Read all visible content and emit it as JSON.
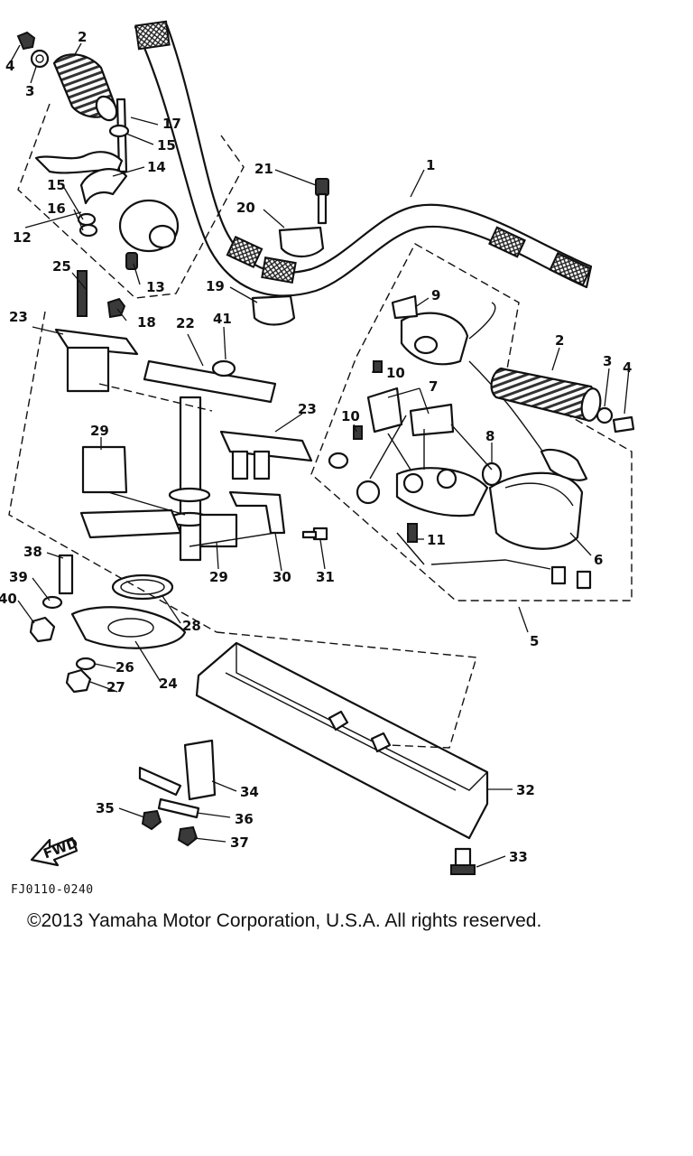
{
  "diagram": {
    "callouts": [
      {
        "id": "1",
        "label": "1"
      },
      {
        "id": "2a",
        "label": "2"
      },
      {
        "id": "3a",
        "label": "3"
      },
      {
        "id": "4a",
        "label": "4"
      },
      {
        "id": "2b",
        "label": "2"
      },
      {
        "id": "3b",
        "label": "3"
      },
      {
        "id": "4b",
        "label": "4"
      },
      {
        "id": "5",
        "label": "5"
      },
      {
        "id": "6",
        "label": "6"
      },
      {
        "id": "7",
        "label": "7"
      },
      {
        "id": "8",
        "label": "8"
      },
      {
        "id": "9",
        "label": "9"
      },
      {
        "id": "10a",
        "label": "10"
      },
      {
        "id": "10b",
        "label": "10"
      },
      {
        "id": "11",
        "label": "11"
      },
      {
        "id": "12",
        "label": "12"
      },
      {
        "id": "13",
        "label": "13"
      },
      {
        "id": "14",
        "label": "14"
      },
      {
        "id": "15a",
        "label": "15"
      },
      {
        "id": "15b",
        "label": "15"
      },
      {
        "id": "16",
        "label": "16"
      },
      {
        "id": "17",
        "label": "17"
      },
      {
        "id": "18",
        "label": "18"
      },
      {
        "id": "19",
        "label": "19"
      },
      {
        "id": "20",
        "label": "20"
      },
      {
        "id": "21",
        "label": "21"
      },
      {
        "id": "22",
        "label": "22"
      },
      {
        "id": "23a",
        "label": "23"
      },
      {
        "id": "23b",
        "label": "23"
      },
      {
        "id": "24",
        "label": "24"
      },
      {
        "id": "25",
        "label": "25"
      },
      {
        "id": "26",
        "label": "26"
      },
      {
        "id": "27",
        "label": "27"
      },
      {
        "id": "28",
        "label": "28"
      },
      {
        "id": "29a",
        "label": "29"
      },
      {
        "id": "29b",
        "label": "29"
      },
      {
        "id": "30",
        "label": "30"
      },
      {
        "id": "31",
        "label": "31"
      },
      {
        "id": "32",
        "label": "32"
      },
      {
        "id": "33",
        "label": "33"
      },
      {
        "id": "34",
        "label": "34"
      },
      {
        "id": "35",
        "label": "35"
      },
      {
        "id": "36",
        "label": "36"
      },
      {
        "id": "37",
        "label": "37"
      },
      {
        "id": "38",
        "label": "38"
      },
      {
        "id": "39",
        "label": "39"
      },
      {
        "id": "40",
        "label": "40"
      },
      {
        "id": "41",
        "label": "41"
      }
    ],
    "fwd_label": "FWD",
    "drawing_code": "FJ0110-0240"
  },
  "footer": {
    "copyright": "©2013 Yamaha Motor Corporation, U.S.A. All rights reserved."
  }
}
